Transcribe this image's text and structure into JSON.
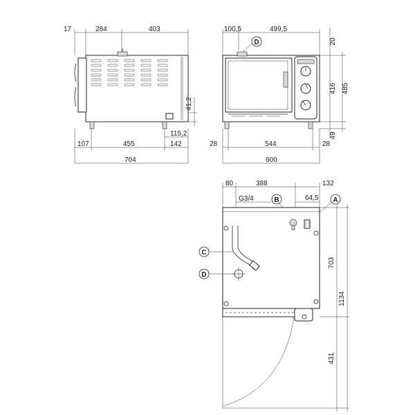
{
  "side_view": {
    "top_dims": [
      "17",
      "284",
      "403"
    ],
    "right_dims": [
      "41,2",
      "115,2"
    ],
    "bottom_dims": [
      "107",
      "455",
      "142"
    ],
    "overall_width": "704"
  },
  "front_view": {
    "top_dims": [
      "100,5",
      "499,5"
    ],
    "right_dims": [
      "20",
      "416",
      "485",
      "49"
    ],
    "bottom_dims": [
      "28",
      "544",
      "28"
    ],
    "overall_width": "600",
    "callout_d": "D"
  },
  "plan_view": {
    "top_dims": [
      "80",
      "388",
      "132"
    ],
    "pipe_label": "G3/4",
    "offset_dim": "64,5",
    "right_dims": [
      "703",
      "1134",
      "431"
    ],
    "callouts": [
      "A",
      "B",
      "C",
      "D"
    ]
  }
}
